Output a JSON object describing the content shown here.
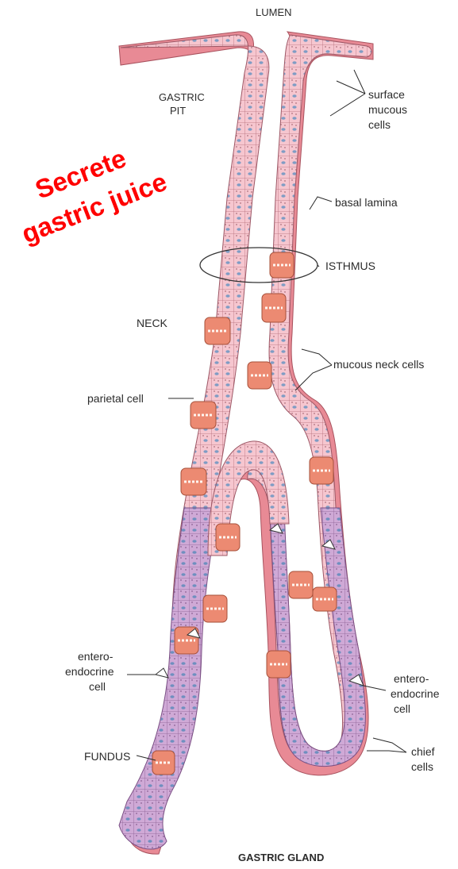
{
  "labels": {
    "lumen": "LUMEN",
    "gastric_pit_line1": "GASTRIC",
    "gastric_pit_line2": "PIT",
    "surface_mucous_line1": "surface",
    "surface_mucous_line2": "mucous",
    "surface_mucous_line3": "cells",
    "basal_lamina": "basal lamina",
    "isthmus": "ISTHMUS",
    "neck": "NECK",
    "mucous_neck_cells": "mucous neck cells",
    "parietal_cell": "parietal cell",
    "entero_left_line1": "entero-",
    "entero_left_line2": "endocrine",
    "entero_left_line3": "cell",
    "entero_right_line1": "entero-",
    "entero_right_line2": "endocrine",
    "entero_right_line3": "cell",
    "fundus": "FUNDUS",
    "chief_line1": "chief",
    "chief_line2": "cells",
    "caption": "GASTRIC GLAND"
  },
  "overlay": {
    "line1": "Secrete",
    "line2": "gastric juice"
  },
  "colors": {
    "lamina": "#e88a95",
    "surface_epithelium": "#f4c3cc",
    "chief_cells": "#c9a3cf",
    "parietal": "#ec8a72",
    "nucleus": "#7f9cc4",
    "overlay_text": "#ff0000"
  }
}
